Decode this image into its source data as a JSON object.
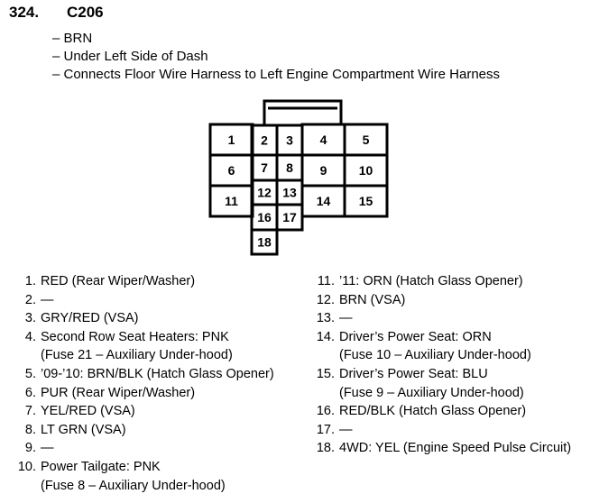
{
  "header": {
    "number": "324.",
    "connector_id": "C206"
  },
  "info_lines": [
    "– BRN",
    "– Under Left Side of Dash",
    "– Connects Floor Wire Harness to Left Engine Compartment Wire Harness"
  ],
  "connector_cells": [
    "1",
    "2",
    "3",
    "4",
    "5",
    "6",
    "7",
    "8",
    "9",
    "10",
    "11",
    "12",
    "13",
    "14",
    "15",
    "16",
    "17",
    "18"
  ],
  "pins_left": [
    {
      "n": "1.",
      "lines": [
        "RED (Rear Wiper/Washer)"
      ]
    },
    {
      "n": "2.",
      "lines": [
        "—"
      ]
    },
    {
      "n": "3.",
      "lines": [
        "GRY/RED (VSA)"
      ]
    },
    {
      "n": "4.",
      "lines": [
        "Second Row Seat Heaters: PNK",
        "(Fuse 21 – Auxiliary Under-hood)"
      ]
    },
    {
      "n": "5.",
      "lines": [
        "’09-’10: BRN/BLK (Hatch Glass Opener)"
      ]
    },
    {
      "n": "6.",
      "lines": [
        "PUR (Rear Wiper/Washer)"
      ]
    },
    {
      "n": "7.",
      "lines": [
        "YEL/RED (VSA)"
      ]
    },
    {
      "n": "8.",
      "lines": [
        "LT GRN (VSA)"
      ]
    },
    {
      "n": "9.",
      "lines": [
        "—"
      ]
    },
    {
      "n": "10.",
      "lines": [
        "Power Tailgate: PNK",
        "(Fuse 8 – Auxiliary Under-hood)"
      ]
    }
  ],
  "pins_right": [
    {
      "n": "11.",
      "lines": [
        "’11: ORN (Hatch Glass Opener)"
      ]
    },
    {
      "n": "12.",
      "lines": [
        "BRN (VSA)"
      ]
    },
    {
      "n": "13.",
      "lines": [
        "—"
      ]
    },
    {
      "n": "14.",
      "lines": [
        "Driver’s Power Seat: ORN",
        "(Fuse 10 – Auxiliary Under-hood)"
      ]
    },
    {
      "n": "15.",
      "lines": [
        "Driver’s Power Seat: BLU",
        "(Fuse 9 – Auxiliary Under-hood)"
      ]
    },
    {
      "n": "16.",
      "lines": [
        "RED/BLK (Hatch Glass Opener)"
      ]
    },
    {
      "n": "17.",
      "lines": [
        "—"
      ]
    },
    {
      "n": "18.",
      "lines": [
        "4WD: YEL (Engine Speed Pulse Circuit)"
      ]
    }
  ]
}
